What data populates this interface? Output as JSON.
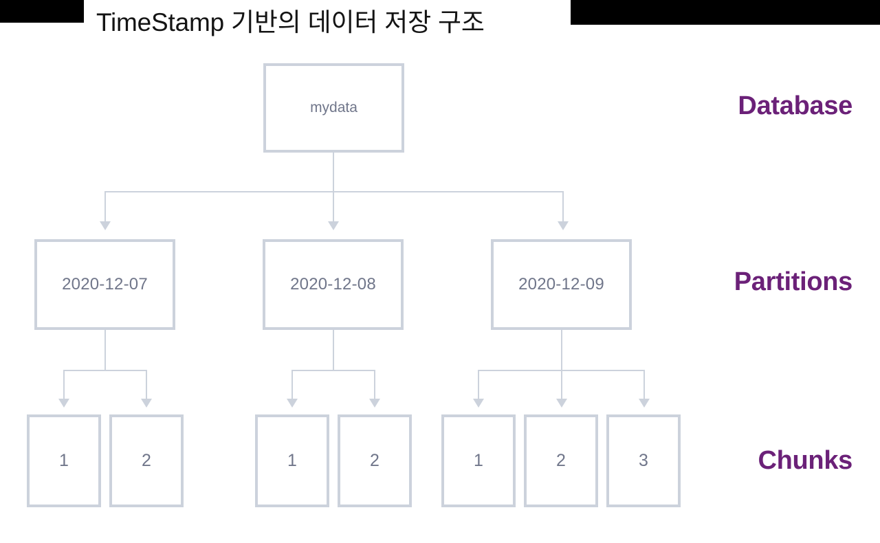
{
  "slide": {
    "title": "TimeStamp 기반의 데이터 저장 구조",
    "background": "#ffffff",
    "accent_color": "#6b2178",
    "line_color": "#ccd2dc",
    "node_text_color": "#70768a"
  },
  "legend": {
    "database": "Database",
    "partitions": "Partitions",
    "chunks": "Chunks"
  },
  "diagram": {
    "type": "tree",
    "database": {
      "label": "mydata"
    },
    "partitions": [
      {
        "label": "2020-12-07",
        "chunks": [
          "1",
          "2"
        ]
      },
      {
        "label": "2020-12-08",
        "chunks": [
          "1",
          "2"
        ]
      },
      {
        "label": "2020-12-09",
        "chunks": [
          "1",
          "2",
          "3"
        ]
      }
    ]
  }
}
